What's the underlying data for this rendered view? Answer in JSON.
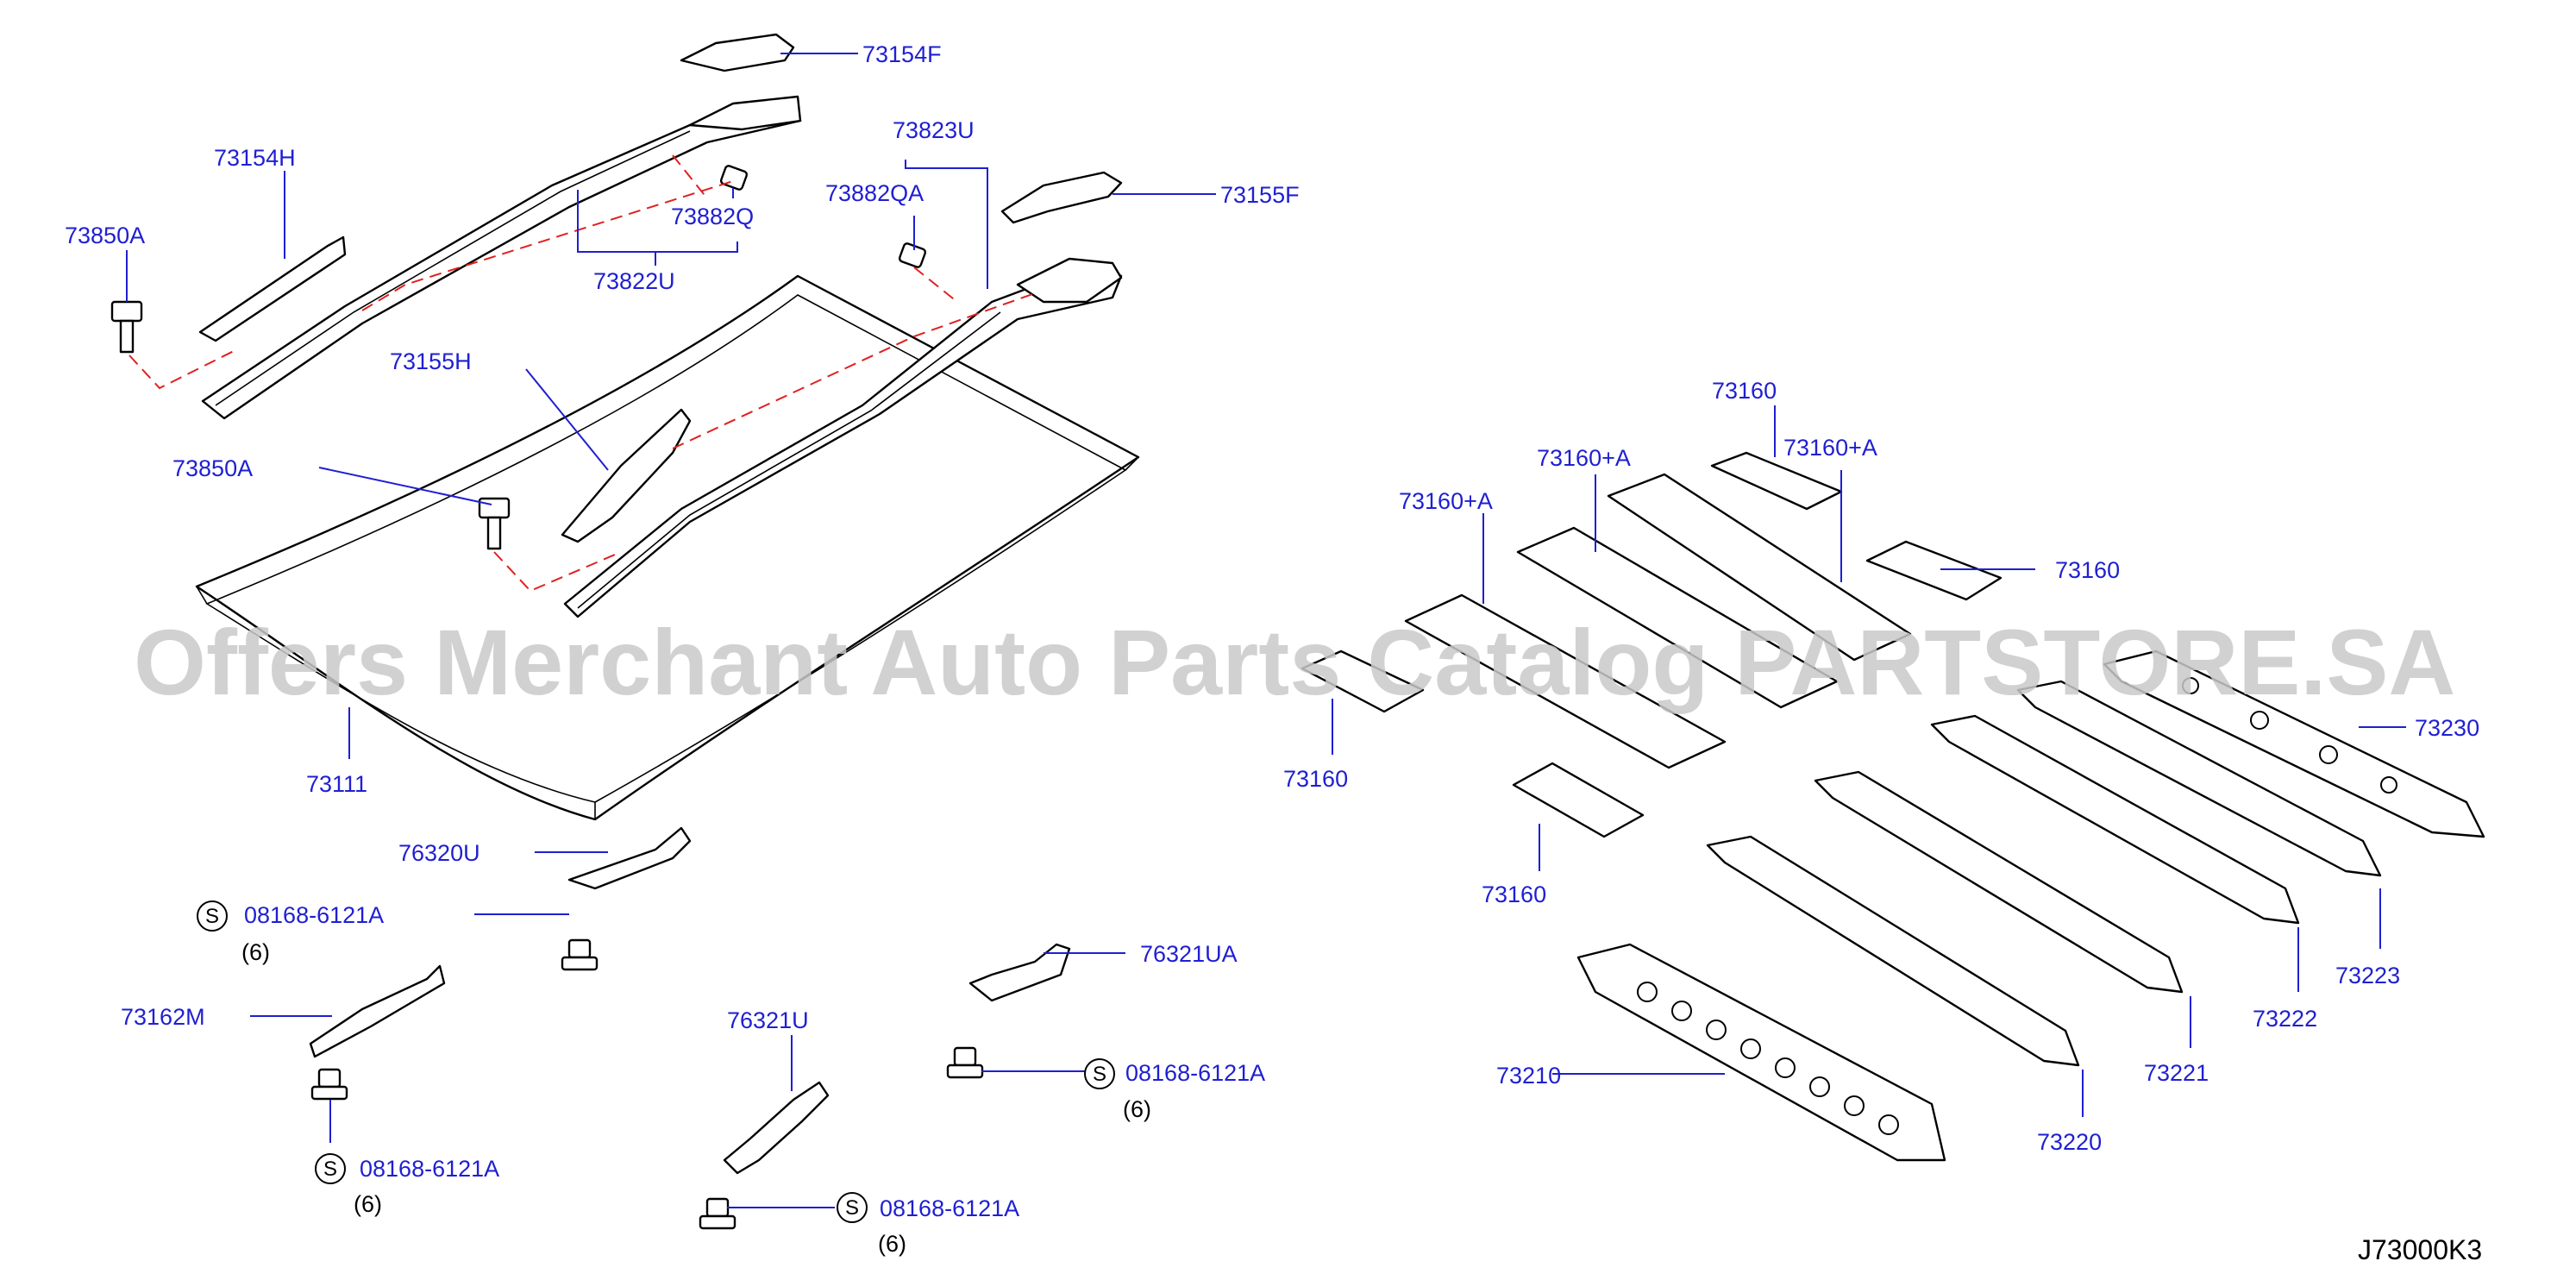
{
  "diagram": {
    "code": "J73000K3",
    "watermark": "Offers Merchant Auto Parts Catalog PARTSTORE.SA",
    "screw_marker": "S",
    "labels": {
      "p73154F": "73154F",
      "p73823U": "73823U",
      "p73155F": "73155F",
      "p73154H": "73154H",
      "p73882QA": "73882QA",
      "p73850A_top": "73850A",
      "p73882Q": "73882Q",
      "p73822U": "73822U",
      "p73155H": "73155H",
      "p73850A_mid": "73850A",
      "p73111": "73111",
      "p76320U": "76320U",
      "p08168_1": "08168-6121A",
      "p73162M": "73162M",
      "p76321UA": "76321UA",
      "p76321U": "76321U",
      "p08168_2": "08168-6121A",
      "p08168_3": "08168-6121A",
      "p08168_4": "08168-6121A",
      "p73160_top": "73160",
      "p73160A_1": "73160+A",
      "p73160A_2": "73160+A",
      "p73160A_3": "73160+A",
      "p73160_right": "73160",
      "p73160_left": "73160",
      "p73160_bottom": "73160",
      "p73230": "73230",
      "p73223": "73223",
      "p73222": "73222",
      "p73221": "73221",
      "p73220": "73220",
      "p73210": "73210"
    },
    "quantities": {
      "q1": "(6)",
      "q2": "(6)",
      "q3": "(6)",
      "q4": "(6)"
    }
  }
}
